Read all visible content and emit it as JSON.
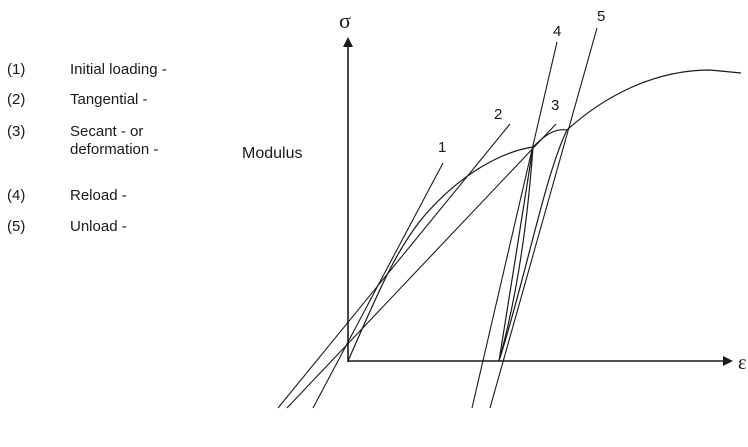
{
  "legend": {
    "items": [
      {
        "num": "(1)",
        "text": "Initial loading -"
      },
      {
        "num": "(2)",
        "text": "Tangential -"
      },
      {
        "num": "(3)",
        "text": "Secant - or\ndeformation -"
      },
      {
        "num": "(4)",
        "text": "Reload -"
      },
      {
        "num": "(5)",
        "text": "Unload -"
      }
    ]
  },
  "modulus_label": "Modulus",
  "axes": {
    "y_symbol": "σ",
    "x_symbol": "ε"
  },
  "line_labels": [
    "1",
    "2",
    "3",
    "4",
    "5"
  ],
  "colors": {
    "stroke": "#1a1a1a",
    "background": "#ffffff"
  }
}
